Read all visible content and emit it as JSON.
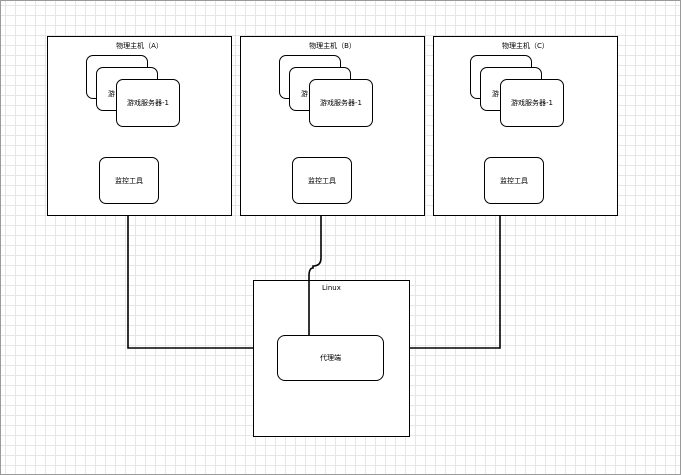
{
  "hosts": [
    {
      "title": "物理主机（A）",
      "server_label": "游戏服务器-1",
      "server_peek": "游",
      "monitor_label": "监控工具"
    },
    {
      "title": "物理主机（B）",
      "server_label": "游戏服务器-1",
      "server_peek": "游",
      "monitor_label": "监控工具"
    },
    {
      "title": "物理主机（C）",
      "server_label": "游戏服务器-1",
      "server_peek": "游",
      "monitor_label": "监控工具"
    }
  ],
  "linux": {
    "title": "Linux",
    "agent_label": "代理端"
  },
  "colors": {
    "line": "#000000",
    "grid": "#e6e6e6"
  }
}
